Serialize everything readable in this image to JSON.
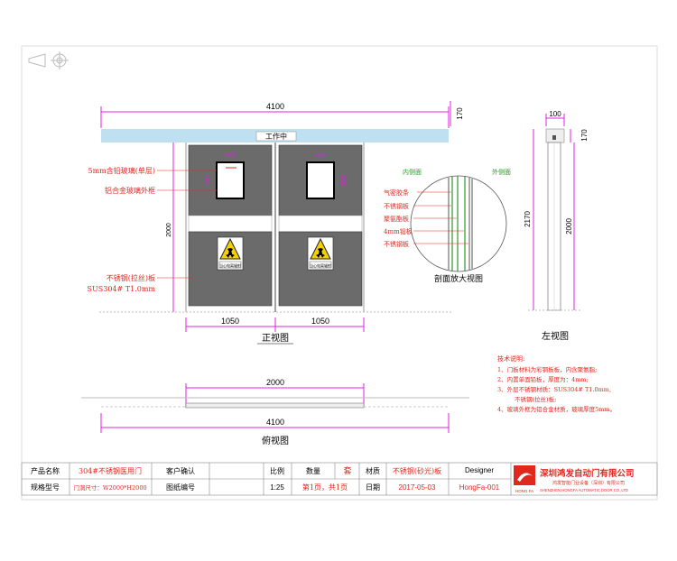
{
  "front": {
    "banner": "工作中",
    "width_total": "4100",
    "height_top": "170",
    "height_door": "2000",
    "leaf_width_left": "1050",
    "leaf_width_right": "1050",
    "dim_250": "250",
    "dim_500": "500",
    "sign_text_left": "当心电离辐射",
    "sign_text_right": "当心电离辐射",
    "callouts": [
      "5mm含铅玻璃(单层)",
      "铝合金玻璃外框",
      "不锈钢(拉丝)板",
      "SUS304# T1.0mm"
    ],
    "caption": "正视图"
  },
  "section": {
    "inner_label": "内侧面",
    "outer_label": "外侧面",
    "callouts": [
      "气密胶条",
      "不锈钢板",
      "聚氨酯板",
      "4mm铅板",
      "不锈钢板"
    ],
    "caption": "剖面放大视图"
  },
  "side": {
    "width": "100",
    "top_height": "170",
    "total_height": "2170",
    "door_height": "2000",
    "caption": "左视图"
  },
  "top": {
    "opening": "2000",
    "total": "4100",
    "caption": "俯视图"
  },
  "notes": {
    "title": "技术说明:",
    "lines": [
      "1、门板材料为彩钢板板，内含聚氨脂;",
      "2、内置单面铅板，厚度为：4mm;",
      "3、外层不锈钢材质：SUS304# T1.0mm,",
      "不锈钢(拉丝)板;",
      "4、玻璃外框为铝合金材质，玻璃厚度5mm。"
    ]
  },
  "title_block": {
    "product_name_label": "产品名称",
    "product_name": "304#不锈钢医用门",
    "client_confirm": "客户确认",
    "scale_label": "比例",
    "quantity_label": "数量",
    "quantity_unit": "套",
    "material_label": "材质",
    "material": "不锈钢(砂光)板",
    "designer_label": "Designer",
    "model_label": "规格型号",
    "model": "门洞尺寸：W2000*H2000",
    "drawing_no_label": "图纸编号",
    "scale": "1:25",
    "pages": "第1页，共1页",
    "date_label": "日期",
    "date": "2017-05-03",
    "drawing_no": "HongFa-001",
    "logo_text": "HONG FA",
    "company_cn": "深圳鸿发自动门有限公司",
    "company_sub": "鸿发智能门业设备（深圳）有限公司",
    "company_en": "SHENZHEN HONGFA AUTOMATIC DOOR CO.,LTD"
  },
  "colors": {
    "dim": "#e020e0",
    "panel": "#6b6b6b",
    "banner": "#bfe0f0",
    "red": "#e0281e"
  }
}
